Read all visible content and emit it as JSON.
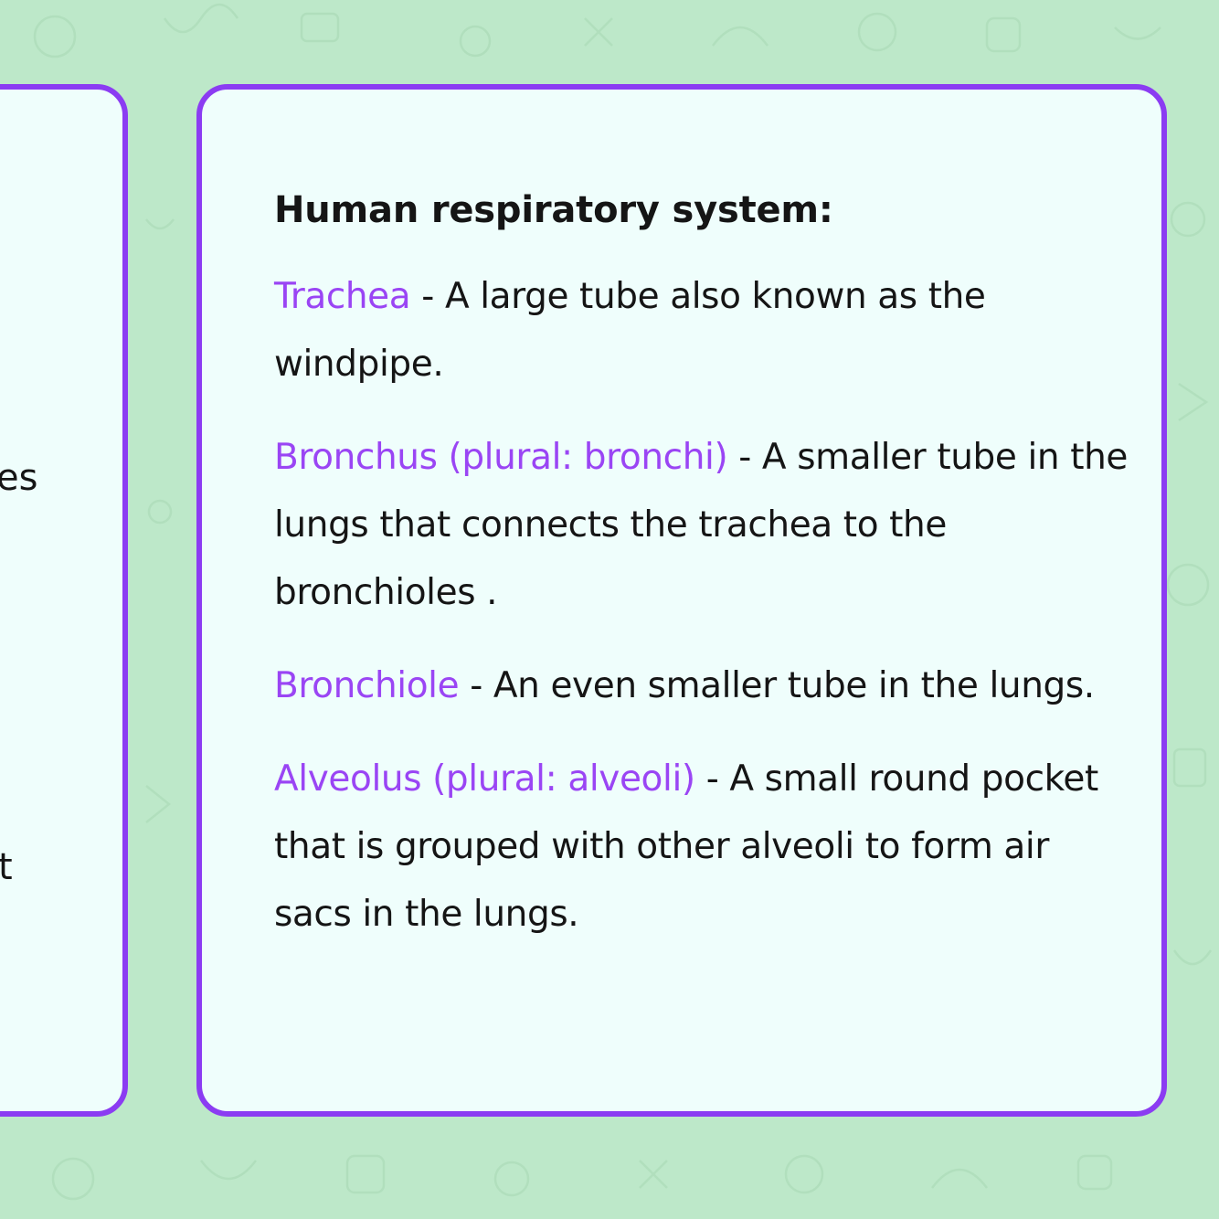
{
  "left_card": {
    "fragments": [
      "es",
      "t"
    ]
  },
  "main_card": {
    "title": "Human respiratory system:",
    "entries": [
      {
        "term": "Trachea",
        "definition": " - A large tube also known as the windpipe."
      },
      {
        "term": "Bronchus (plural: bronchi)",
        "definition": " - A smaller tube in the lungs that connects the trachea to the bronchioles ."
      },
      {
        "term": "Bronchiole",
        "definition": " - An even smaller tube in the lungs."
      },
      {
        "term": "Alveolus (plural: alveoli)",
        "definition": " - A small round pocket that is grouped with other alveoli to form air sacs in the lungs."
      }
    ]
  },
  "colors": {
    "background": "#bde8c9",
    "card": "#effefc",
    "border": "#8b3cf2",
    "term": "#9a45f4",
    "text": "#151515"
  },
  "icons": [
    "background-doodle-pattern"
  ]
}
